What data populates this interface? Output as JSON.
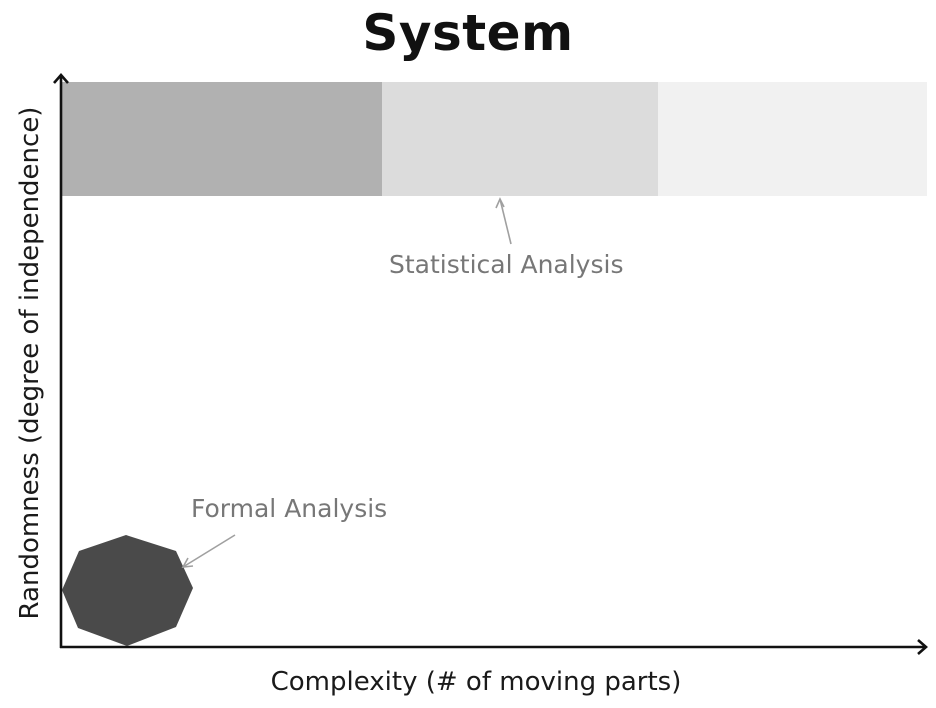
{
  "chart_data": {
    "type": "diagram",
    "title": "System",
    "xlabel": "Complexity (# of moving parts)",
    "ylabel": "Randomness (degree of independence)",
    "regions": [
      {
        "name": "high-randomness-low-complexity",
        "shape": "rect",
        "color": "#b1b1b1",
        "x": [
          62,
          382
        ],
        "y": [
          82,
          196
        ]
      },
      {
        "name": "high-randomness-mid-complexity",
        "shape": "rect",
        "color": "#dcdcdc",
        "x": [
          382,
          658
        ],
        "y": [
          82,
          196
        ]
      },
      {
        "name": "high-randomness-high-complexity",
        "shape": "rect",
        "color": "#f1f1f1",
        "x": [
          658,
          927
        ],
        "y": [
          82,
          196
        ]
      },
      {
        "name": "formal-analysis-octagon",
        "shape": "octagon",
        "color": "#4a4a4a",
        "center": [
          127,
          590
        ]
      }
    ],
    "annotations": [
      {
        "text": "Statistical Analysis",
        "points_to": "high-randomness-mid-complexity"
      },
      {
        "text": "Formal Analysis",
        "points_to": "formal-analysis-octagon"
      }
    ],
    "colors": {
      "axis": "#111111",
      "annotation_text": "#777777",
      "annotation_arrow": "#a0a0a0"
    }
  },
  "diagram": {
    "title": "System",
    "x_axis_label": "Complexity (# of moving parts)",
    "y_axis_label": "Randomness (degree of independence)",
    "statistical_label": "Statistical Analysis",
    "formal_label": "Formal Analysis"
  }
}
